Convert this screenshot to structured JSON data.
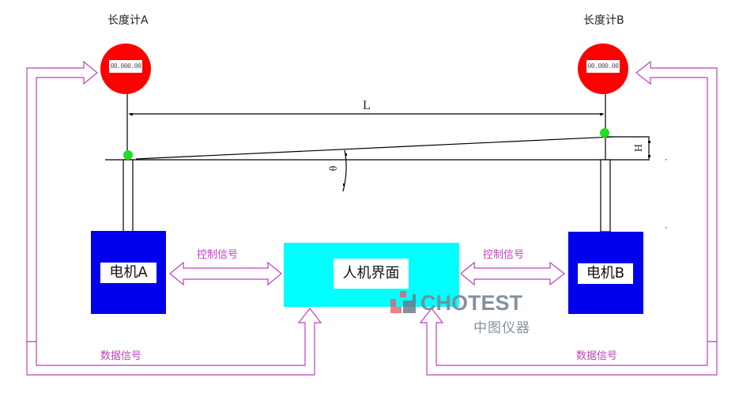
{
  "gauges": [
    {
      "id": "A",
      "title": "长度计A",
      "display": "00.000.00"
    },
    {
      "id": "B",
      "title": "长度计B",
      "display": "00.000.00"
    }
  ],
  "dimensions": {
    "length_label": "L",
    "height_label": "H",
    "angle_label": "θ"
  },
  "motors": [
    {
      "id": "A",
      "label": "电机A"
    },
    {
      "id": "B",
      "label": "电机B"
    }
  ],
  "hmi": {
    "label": "人机界面"
  },
  "signals": {
    "control_left": "控制信号",
    "control_right": "控制信号",
    "data_left": "数据信号",
    "data_right": "数据信号"
  },
  "watermark": {
    "brand": "CHOTEST",
    "sub": "中图仪器"
  },
  "colors": {
    "gauge": "#ff0000",
    "motor": "#0000ee",
    "hmi": "#00ffff",
    "signal_arrow": "#c040c0",
    "contact_point": "#22dd22",
    "logo_gray": "#7c8896",
    "logo_red": "#ee5a66"
  }
}
